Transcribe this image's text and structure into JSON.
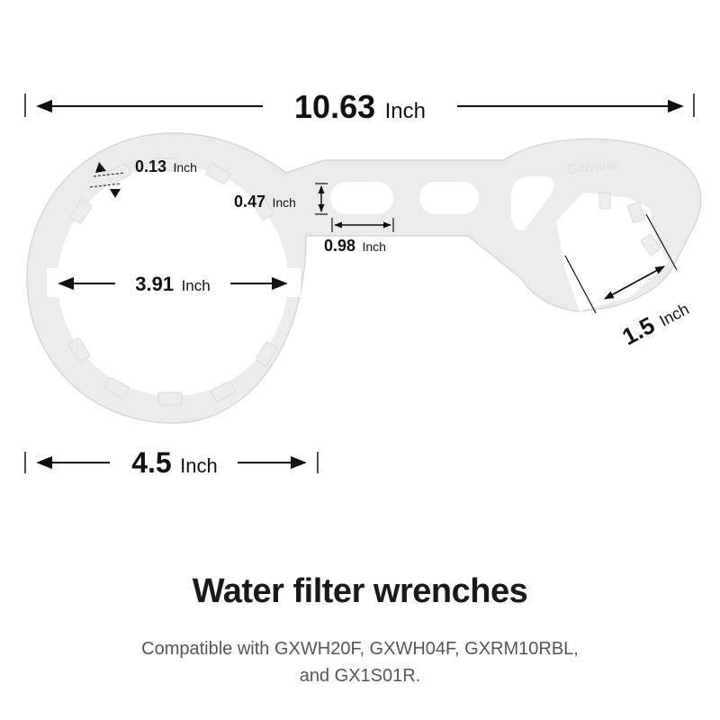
{
  "product": {
    "brand_mark": "Galvana",
    "colors": {
      "wrench": "#ebebeb",
      "outline": "#d6d6d6",
      "dimension_line": "#111111"
    }
  },
  "dimensions": {
    "overall_length": {
      "value": "10.63",
      "unit": "Inch"
    },
    "wall_thickness": {
      "value": "0.13",
      "unit": "Inch"
    },
    "slot_height": {
      "value": "0.47",
      "unit": "Inch"
    },
    "slot_width": {
      "value": "0.98",
      "unit": "Inch"
    },
    "ring_inner": {
      "value": "3.91",
      "unit": "Inch"
    },
    "ring_outer": {
      "value": "4.5",
      "unit": "Inch"
    },
    "jaw_opening": {
      "value": "1.5",
      "unit": "Inch"
    }
  },
  "caption": {
    "title": "Water filter wrenches",
    "subtitle_line1": "Compatible with GXWH20F, GXWH04F, GXRM10RBL,",
    "subtitle_line2": "and GX1S01R."
  }
}
